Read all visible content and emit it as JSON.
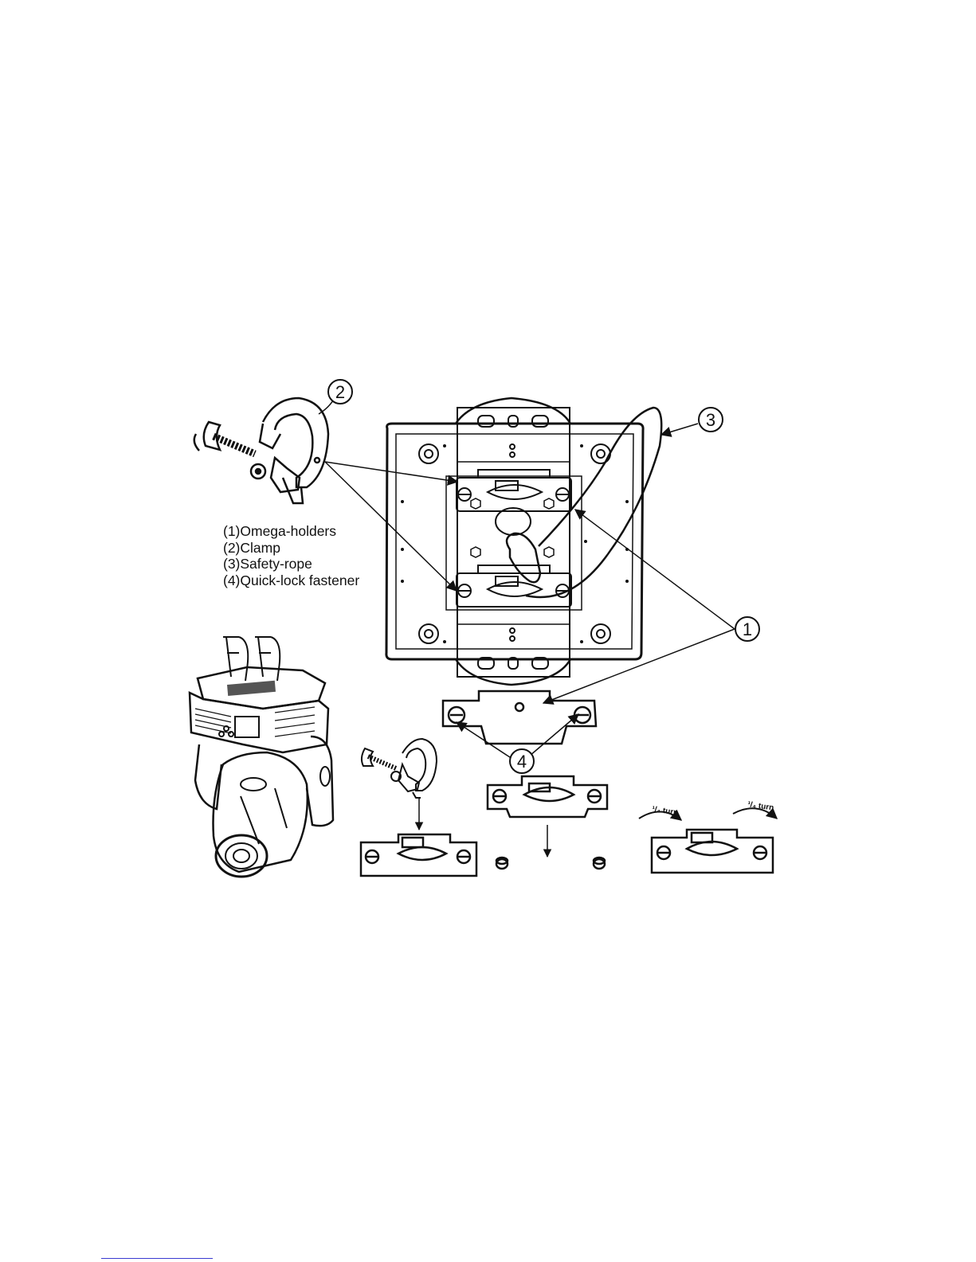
{
  "legend": [
    "(1)Omega-holders",
    "(2)Clamp",
    "(3)Safety-rope",
    "(4)Quick-lock fastener"
  ],
  "callouts": {
    "c1": "1",
    "c2": "2",
    "c3": "3",
    "c4": "4"
  },
  "turn_labels": {
    "left": "¹/₄ turn",
    "right": "¹/₄ turn"
  },
  "colors": {
    "ink": "#111111",
    "background": "#ffffff"
  }
}
